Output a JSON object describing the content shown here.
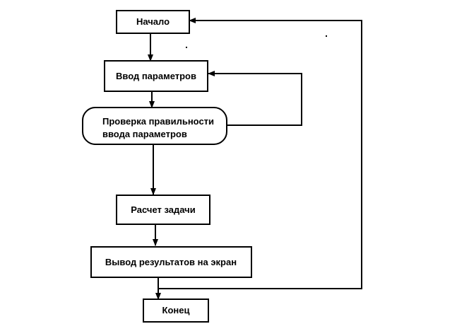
{
  "flowchart": {
    "nodes": {
      "start": {
        "label": "Начало"
      },
      "input": {
        "label": "Ввод параметров"
      },
      "check": {
        "label_line1": "Проверка правильности",
        "label_line2": "ввода параметров"
      },
      "calc": {
        "label": "Расчет задачи"
      },
      "output": {
        "label": "Вывод результатов на экран"
      },
      "end": {
        "label": "Конец"
      }
    },
    "colors": {
      "stroke": "#000000",
      "fill": "#ffffff",
      "text": "#000000"
    }
  }
}
